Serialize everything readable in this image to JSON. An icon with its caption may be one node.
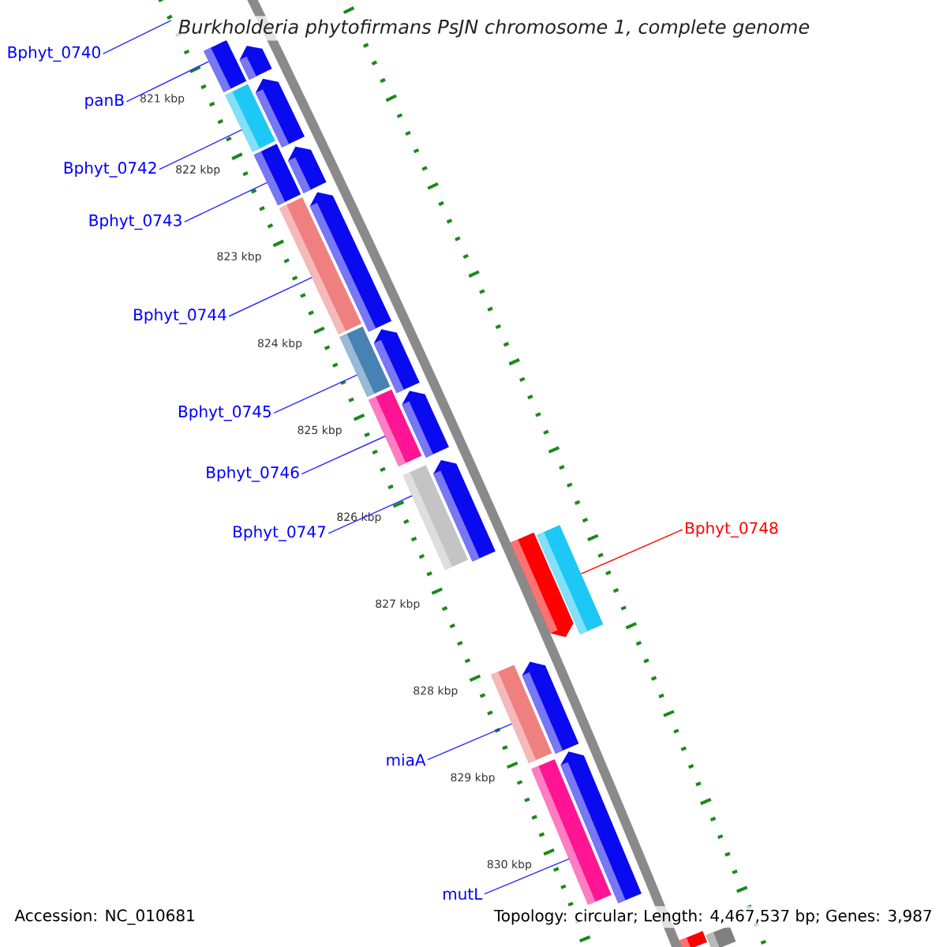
{
  "diagram": {
    "title": "Burkholderia phytofirmans PsJN chromosome 1, complete genome",
    "nodes": [
      {
        "text": [
          "Bphyt_0740"
        ]
      },
      {
        "text": [
          "panB"
        ]
      },
      {
        "text": [],
        "shape": "bar"
      },
      {
        "text": [
          "Bphyt_0742"
        ]
      },
      {
        "text": [],
        "shape": "bar"
      },
      {
        "text": [
          "Bphyt_0743"
        ]
      },
      {
        "text": [],
        "shape": "bar"
      },
      {
        "text": [
          "Bphyt_0744"
        ]
      },
      {
        "text": [],
        "shape": "bar"
      },
      {
        "text": [
          "Bphyt_0745"
        ]
      },
      {
        "text": [],
        "shape": "bar"
      },
      {
        "text": [
          "Bphyt_0746"
        ]
      },
      {
        "text": [],
        "shape": "bar"
      },
      {
        "text": [
          "Bphyt_0747"
        ]
      },
      {
        "text": [],
        "shape": "bar"
      },
      {
        "text": [
          "Bphyt_0748"
        ]
      },
      {
        "text": [],
        "shape": "bar"
      },
      {
        "text": [
          "miaA"
        ]
      },
      {
        "text": [],
        "shape": "bar"
      },
      {
        "text": [
          "mutL"
        ]
      },
      {
        "text": [],
        "shape": "bar"
      },
      {
        "text": [],
        "shape": "bar"
      },
      {
        "text": [],
        "shape": "bar"
      },
      {
        "text": [],
        "shape": "bar"
      },
      {
        "text": [],
        "shape": "bar"
      },
      {
        "text": [],
        "shape": "bar"
      },
      {
        "text": [],
        "shape": "bar"
      },
      {
        "text": [],
        "shape": "bar"
      },
      {
        "text": [],
        "shape": "bar"
      },
      {
        "text": [],
        "shape": "bar"
      },
      {
        "text": [],
        "shape": "bar"
      },
      {
        "text": [],
        "shape": "bar"
      },
      {
        "text": [],
        "shape": "bar"
      }
    ],
    "edges": [
      {
        "from": 0,
        "to": null,
        "arrow": "none"
      },
      {
        "from": 1,
        "to": 2,
        "arrow": "none"
      },
      {
        "from": 3,
        "to": 4,
        "arrow": "none"
      },
      {
        "from": 5,
        "to": 6,
        "arrow": "none"
      },
      {
        "from": 7,
        "to": 8,
        "arrow": "none"
      },
      {
        "from": 9,
        "to": 10,
        "arrow": "none"
      },
      {
        "from": 11,
        "to": 12,
        "arrow": "none"
      },
      {
        "from": 13,
        "to": 14,
        "arrow": "none"
      },
      {
        "from": 15,
        "to": 16,
        "arrow": "none",
        "color": "#ff0000"
      },
      {
        "from": 17,
        "to": 18,
        "arrow": "none"
      },
      {
        "from": 19,
        "to": 20,
        "arrow": "none"
      }
    ],
    "labels": [
      "821 kbp",
      "822 kbp",
      "823 kbp",
      "824 kbp",
      "825 kbp",
      "826 kbp",
      "827 kbp",
      "828 kbp",
      "829 kbp",
      "830 kbp",
      "Accession: NC_010681",
      "Topology: circular; Length: 4,467,537 bp; Genes: 3,987"
    ]
  }
}
